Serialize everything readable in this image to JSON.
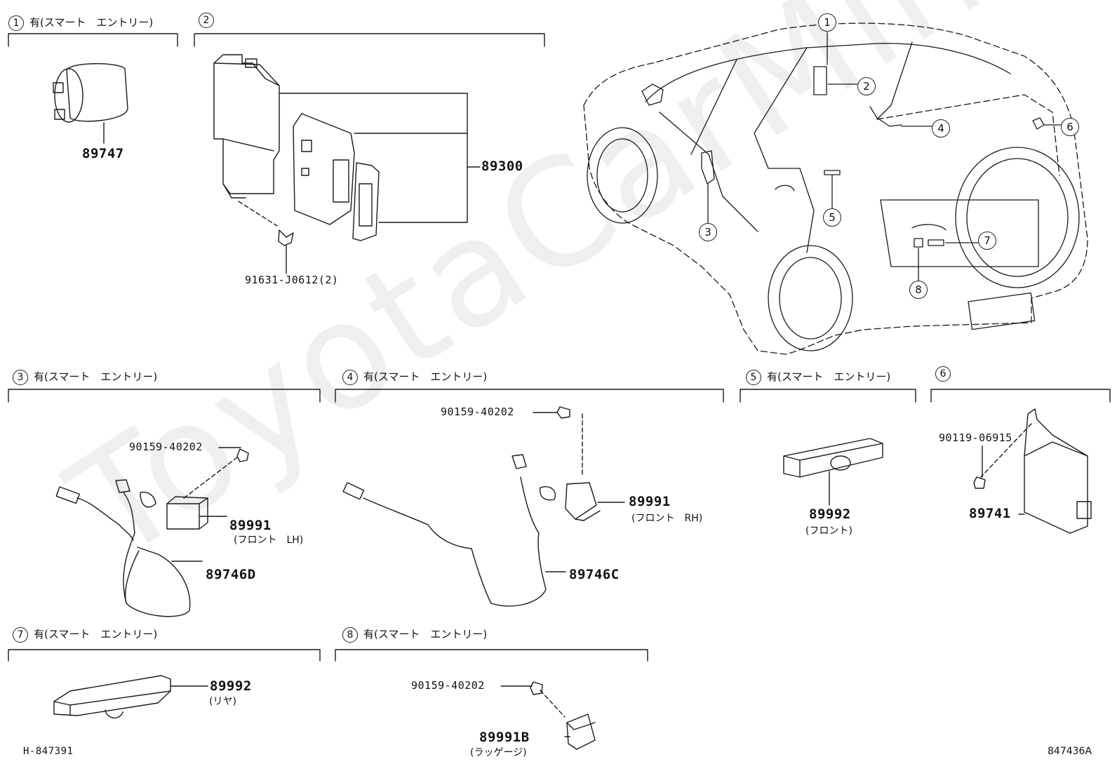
{
  "watermark": "ToyotaCarMine.ru",
  "diagram_id": "H-847391",
  "ref_code": "847436A",
  "sections": [
    {
      "num": "1",
      "title": "有(スマート　エントリー)"
    },
    {
      "num": "2",
      "title": ""
    },
    {
      "num": "3",
      "title": "有(スマート　エントリー)"
    },
    {
      "num": "4",
      "title": "有(スマート　エントリー)"
    },
    {
      "num": "5",
      "title": "有(スマート　エントリー)"
    },
    {
      "num": "6",
      "title": ""
    },
    {
      "num": "7",
      "title": "有(スマート　エントリー)"
    },
    {
      "num": "8",
      "title": "有(スマート　エントリー)"
    }
  ],
  "parts": {
    "p89747": "89747",
    "p89300": "89300",
    "p91631": "91631-J0612(2)",
    "s3_bolt": "90159-40202",
    "s3_89991": "89991",
    "s3_note": "(フロント　LH)",
    "s3_89746D": "89746D",
    "s4_bolt": "90159-40202",
    "s4_89991": "89991",
    "s4_note": "(フロント　RH)",
    "s4_89746C": "89746C",
    "s5_89992": "89992",
    "s5_note": "(フロント)",
    "s6_bolt": "90119-06915",
    "s6_89741": "89741",
    "s7_89992": "89992",
    "s7_note": "(リヤ)",
    "s8_bolt": "90159-40202",
    "s8_89991B": "89991B",
    "s8_note": "(ラッゲージ)"
  },
  "callouts": [
    "1",
    "2",
    "3",
    "4",
    "5",
    "6",
    "7",
    "8"
  ]
}
